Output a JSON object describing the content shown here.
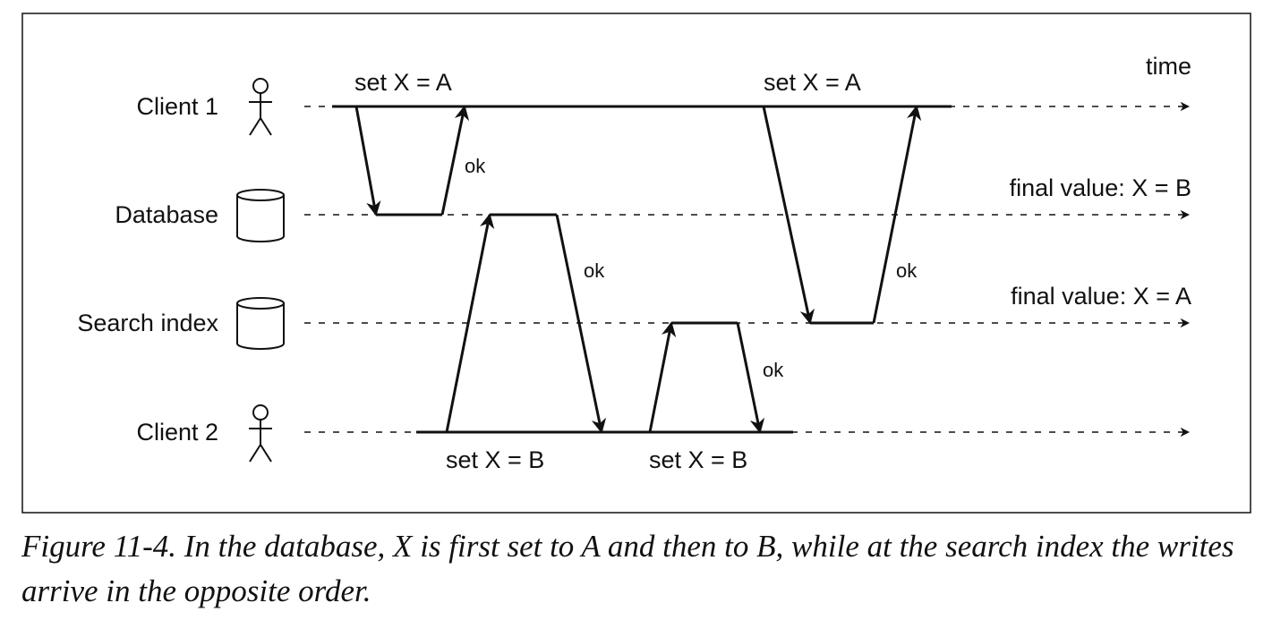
{
  "lanes": {
    "client1": "Client 1",
    "database": "Database",
    "search_index": "Search index",
    "client2": "Client 2"
  },
  "time_label": "time",
  "final_values": {
    "database": "final value: X = B",
    "search_index": "final value: X = A"
  },
  "operations": {
    "client1_first": "set X = A",
    "client1_second": "set X = A",
    "client2_first": "set X = B",
    "client2_second": "set X = B"
  },
  "acks": {
    "db_to_client1": "ok",
    "db_to_client2": "ok",
    "index_to_client1": "ok",
    "index_to_client2": "ok"
  },
  "icons": {
    "client": "stick-figure-icon",
    "storage": "cylinder-icon"
  },
  "caption": "Figure 11-4. In the database, X is first set to A and then to B, while at the search index the writes arrive in the opposite order."
}
